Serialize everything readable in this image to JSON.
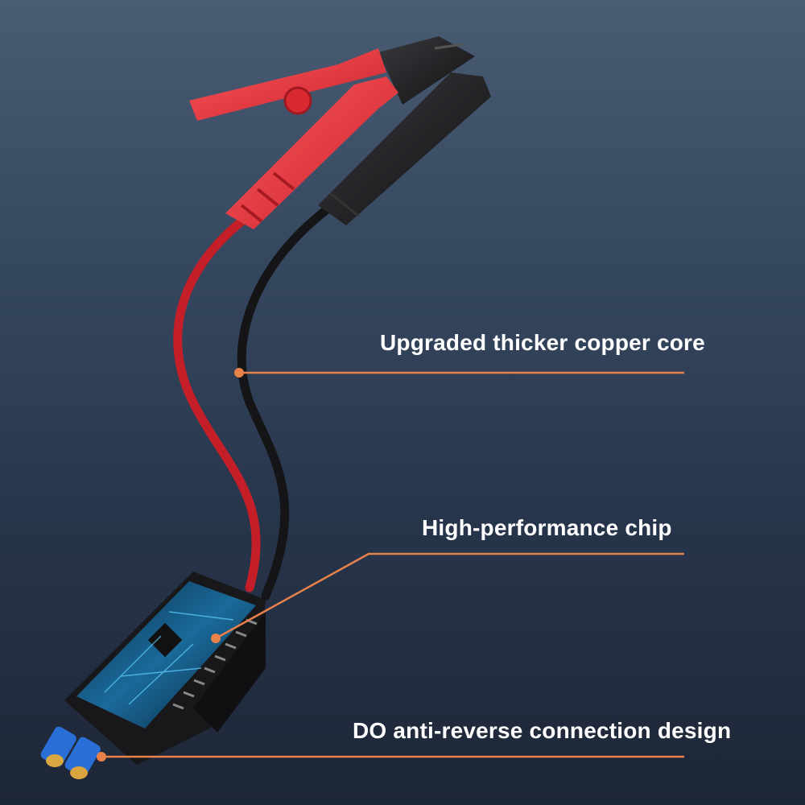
{
  "features": [
    {
      "label": "Upgraded thicker copper core"
    },
    {
      "label": "High-performance chip"
    },
    {
      "label": "DO anti-reverse connection design"
    }
  ],
  "colors": {
    "callout_line": "#e8824a",
    "red_clamp": "#e8323a",
    "black_clamp": "#1c1c1e",
    "connector": "#2a6fd8",
    "text": "#ffffff"
  }
}
